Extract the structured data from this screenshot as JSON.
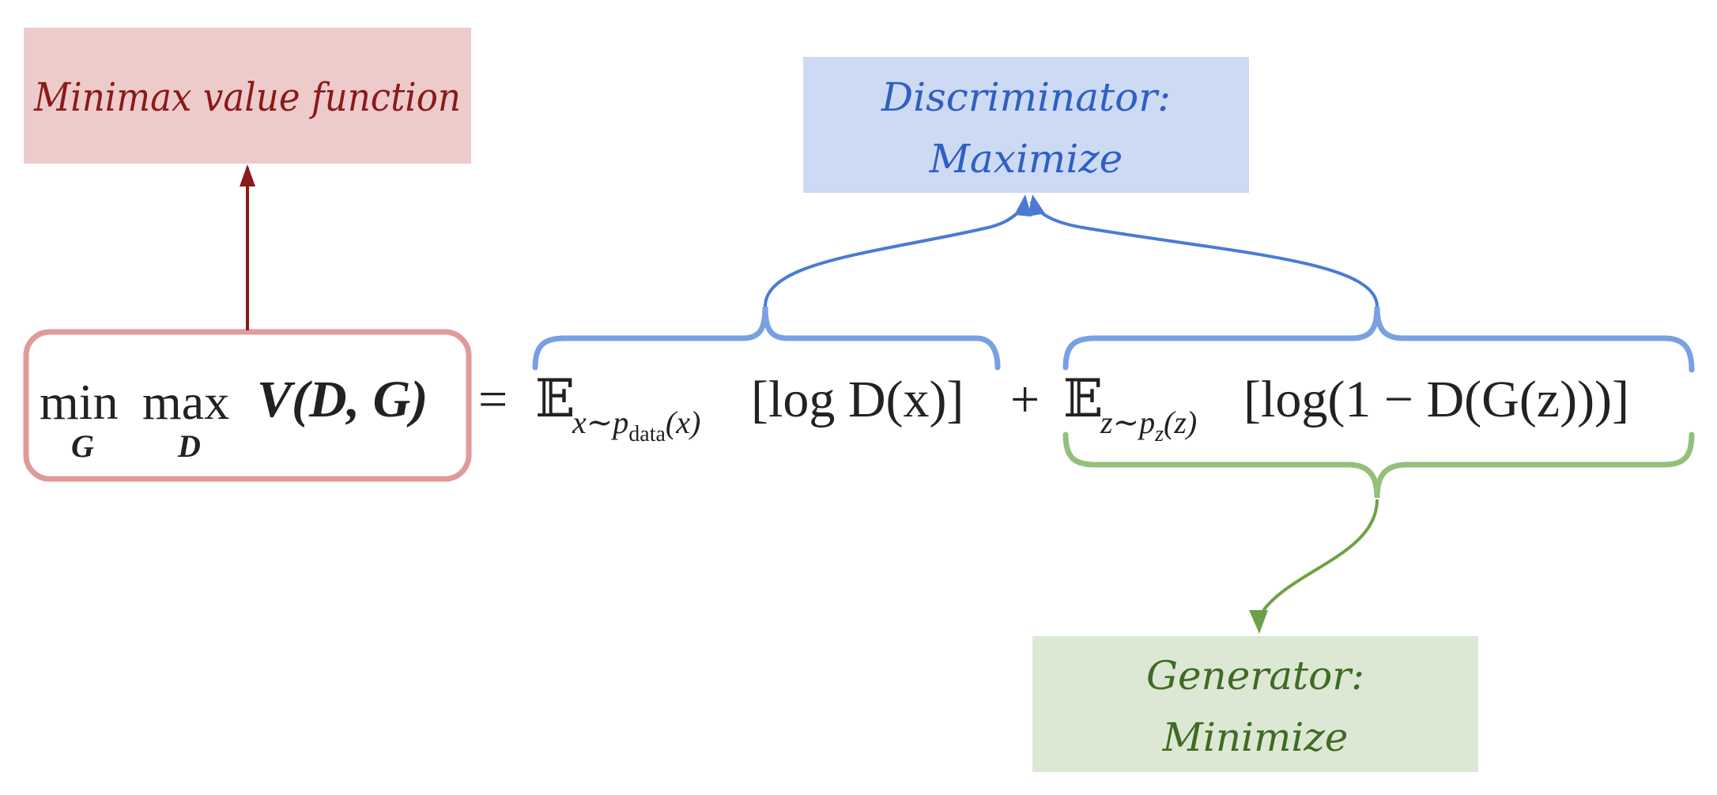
{
  "labels": {
    "minimax": "Minimax value function",
    "discriminator_line1": "Discriminator:",
    "discriminator_line2": "Maximize",
    "generator_line1": "Generator:",
    "generator_line2": "Minimize"
  },
  "equation": {
    "min": "min",
    "min_sub": "G",
    "max": "max",
    "max_sub": "D",
    "value_fn": "V(D, G)",
    "equals": "=",
    "expect_symbol": "𝔼",
    "term1_sub_main": "x∼p",
    "term1_sub_sub": "data",
    "term1_sub_tail": "(x)",
    "term1_body": "[log D(x)]",
    "plus": "+",
    "term2_sub_main": "z∼p",
    "term2_sub_sub": "z",
    "term2_sub_tail": "(z)",
    "term2_body": "[log(1 − D(G(z)))]"
  },
  "colors": {
    "red_fill": "#eecbcb",
    "red_text": "#8b1a1a",
    "red_border": "#e09a9a",
    "blue_fill": "#cddaf3",
    "blue_text": "#2f5fc4",
    "blue_line": "#5b8ad6",
    "blue_brace": "#79a0e3",
    "green_fill": "#dce8d4",
    "green_text": "#3f6b25",
    "green_line": "#6ea147",
    "green_brace": "#93c07a"
  }
}
